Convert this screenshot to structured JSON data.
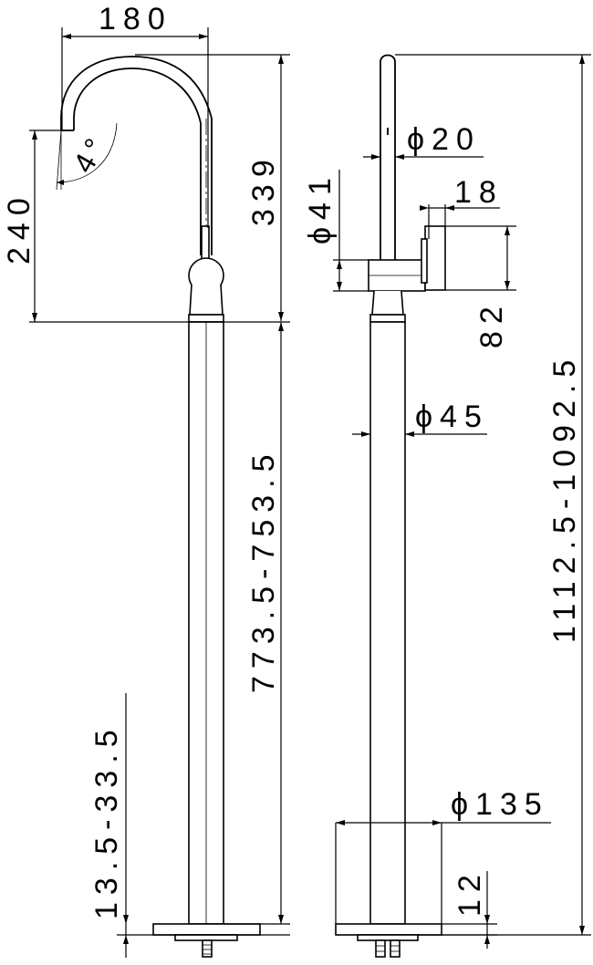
{
  "drawing": {
    "front_view": {
      "spout_reach": "180",
      "spout_height": "339",
      "outlet_height": "240",
      "spout_angle": "4°",
      "riser_length": "773.5-753.5",
      "base_adjust": "13.5-33.5"
    },
    "side_view": {
      "spout_diameter": "ϕ20",
      "body_diameter": "ϕ41",
      "handle_offset": "18",
      "handle_height": "82",
      "riser_diameter": "ϕ45",
      "base_diameter": "ϕ135",
      "base_thickness": "12",
      "overall_height": "1112.5-1092.5"
    }
  }
}
